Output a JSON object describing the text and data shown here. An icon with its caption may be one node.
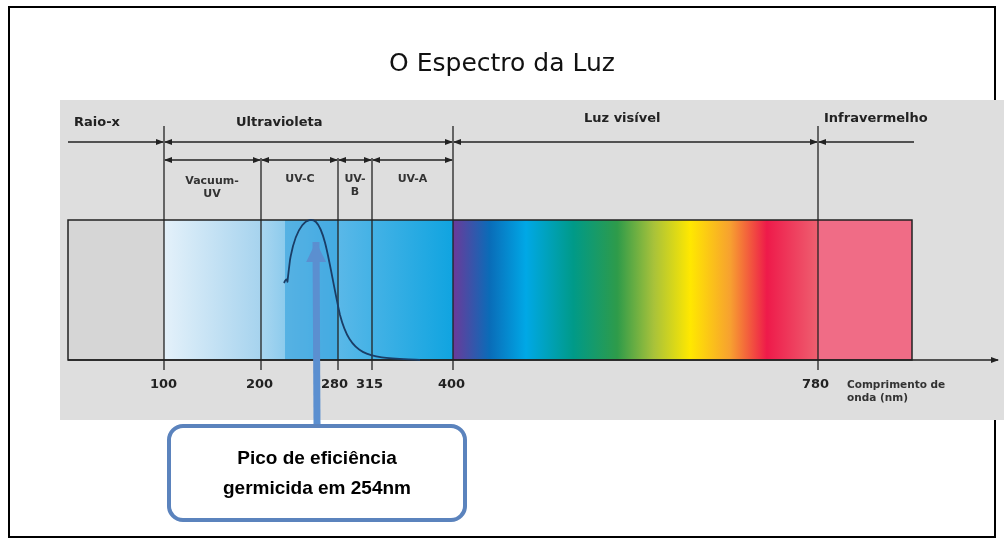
{
  "diagram": {
    "title": "O Espectro da Luz",
    "nodes": [
      {
        "text": [
          "Pico de eficiência germicida em 254nm"
        ]
      },
      {
        "text": [],
        "shape": "curve"
      }
    ],
    "edges": [
      {
        "from": 0,
        "to": 1,
        "arrow": "to",
        "color": "#5b8fd0"
      }
    ],
    "labels": [
      "Raio-x",
      "Ultravioleta",
      "Luz visível",
      "Infravermelho",
      "Vacuum-UV",
      "UV-C",
      "UV-B",
      "UV-A",
      "100",
      "200",
      "280",
      "315",
      "400",
      "780",
      "Comprimento de onda (nm)"
    ]
  }
}
